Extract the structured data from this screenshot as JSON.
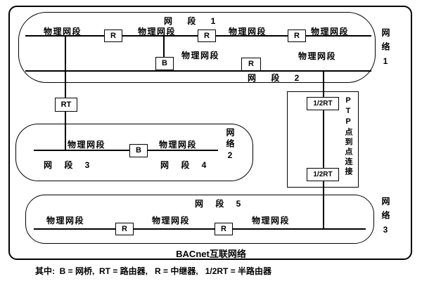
{
  "diagram": {
    "caption": "BACnet互联网络",
    "legend": "其中:  B = 网桥,  RT = 路由器,   R = 中继器,   1/2RT = 半路由器"
  },
  "labels": {
    "segment1": "网 段 1",
    "segment2": "网 段 2",
    "segment3": "网 段 3",
    "segment4": "网 段 4",
    "segment5": "网 段 5",
    "physical_segment": "物理网段",
    "network1": "网络1",
    "network2": "网络2",
    "network3": "网络3",
    "ptp": "PTP点到点连接"
  },
  "devices": {
    "repeater": "R",
    "bridge": "B",
    "router": "RT",
    "half_router": "1/2RT"
  }
}
